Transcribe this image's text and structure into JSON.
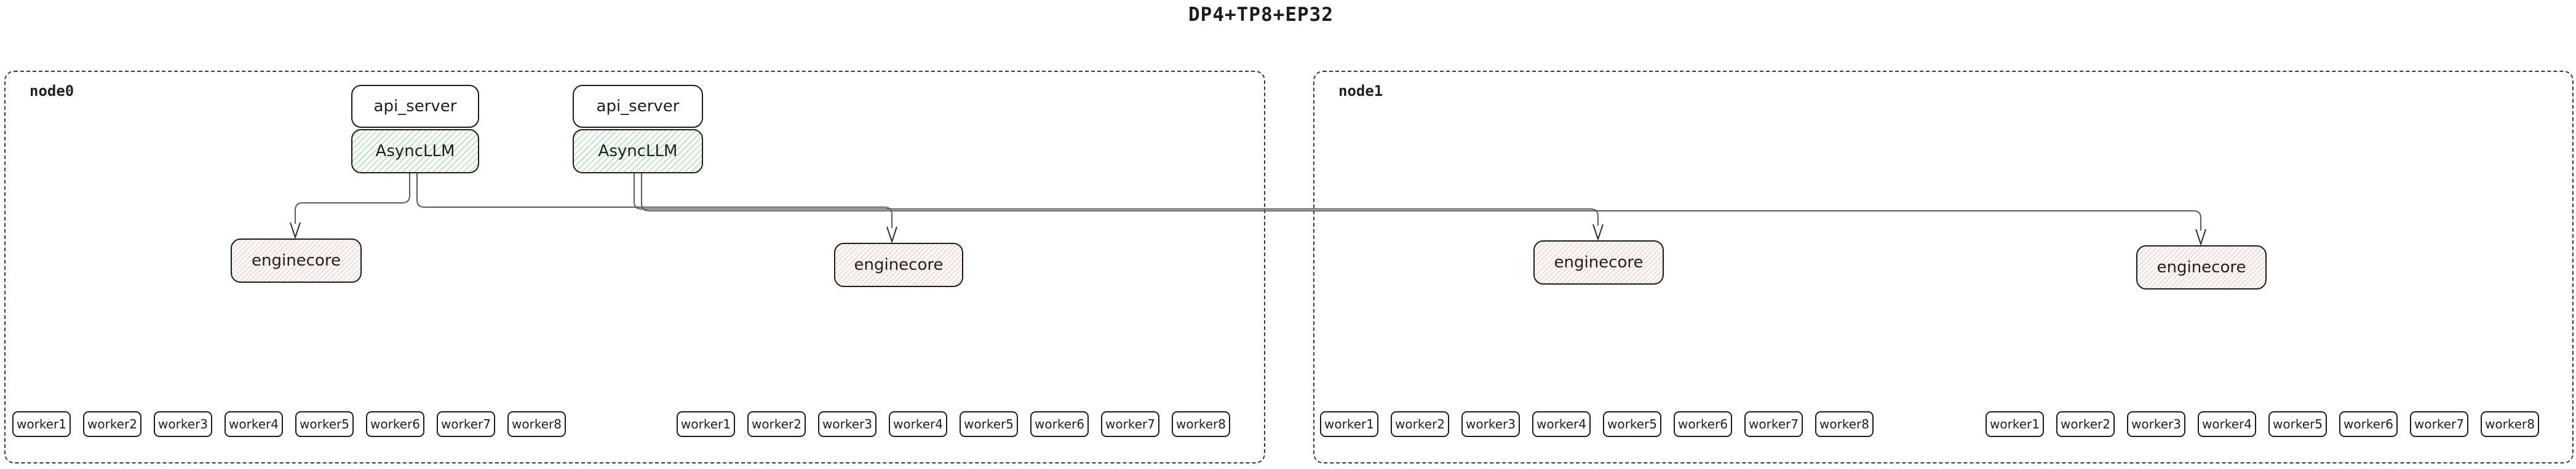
{
  "title": "DP4+TP8+EP32",
  "colors": {
    "background": "#ffffff",
    "box_border": "#1c1c1c",
    "node_border_dashed": "#3a3a3a",
    "asyncllm_hatch_green": "#6ecd73",
    "enginecore_hatch_red": "#ee786e",
    "connector_gray": "#5a5a5a",
    "text": "#1f1f1f"
  },
  "nodes": [
    {
      "label": "node0",
      "stacks": [
        {
          "api_label": "api_server",
          "llm_label": "AsyncLLM"
        },
        {
          "api_label": "api_server",
          "llm_label": "AsyncLLM"
        }
      ],
      "enginecores": [
        "enginecore",
        "enginecore"
      ],
      "worker_groups": [
        [
          "worker1",
          "worker2",
          "worker3",
          "worker4",
          "worker5",
          "worker6",
          "worker7",
          "worker8"
        ],
        [
          "worker1",
          "worker2",
          "worker3",
          "worker4",
          "worker5",
          "worker6",
          "worker7",
          "worker8"
        ]
      ]
    },
    {
      "label": "node1",
      "stacks": [],
      "enginecores": [
        "enginecore",
        "enginecore"
      ],
      "worker_groups": [
        [
          "worker1",
          "worker2",
          "worker3",
          "worker4",
          "worker5",
          "worker6",
          "worker7",
          "worker8"
        ],
        [
          "worker1",
          "worker2",
          "worker3",
          "worker4",
          "worker5",
          "worker6",
          "worker7",
          "worker8"
        ]
      ]
    }
  ],
  "edges": [
    {
      "from": "AsyncLLM-1",
      "to": "enginecore-1"
    },
    {
      "from": "AsyncLLM-1",
      "to": "enginecore-2"
    },
    {
      "from": "AsyncLLM-2",
      "to": "enginecore-3"
    },
    {
      "from": "AsyncLLM-2",
      "to": "enginecore-4"
    }
  ]
}
